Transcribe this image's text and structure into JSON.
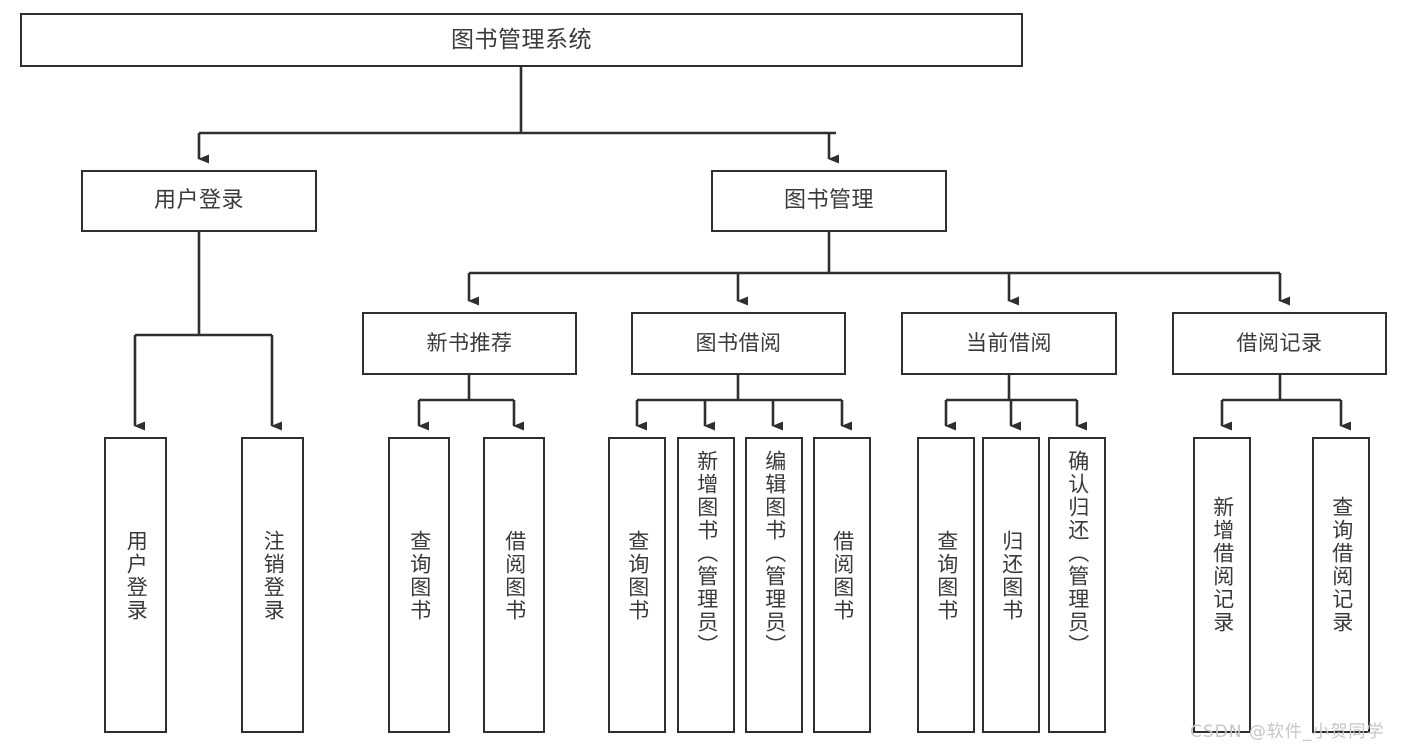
{
  "diagram": {
    "title": "图书管理系统",
    "type": "functional-structure-tree",
    "colors": {
      "border": "#2f2f2f",
      "text": "#3a3a3a",
      "background": "#ffffff",
      "watermark": "#c6c6c6"
    },
    "root": {
      "label": "图书管理系统"
    },
    "level2": [
      {
        "label": "用户登录"
      },
      {
        "label": "图书管理"
      }
    ],
    "level3": [
      {
        "label": "新书推荐"
      },
      {
        "label": "图书借阅"
      },
      {
        "label": "当前借阅"
      },
      {
        "label": "借阅记录"
      }
    ],
    "leaves_user_login": [
      {
        "label": "用户登录"
      },
      {
        "label": "注销登录"
      }
    ],
    "leaves_new_book": [
      {
        "label": "查询图书"
      },
      {
        "label": "借阅图书"
      }
    ],
    "leaves_borrow": [
      {
        "label": "查询图书"
      },
      {
        "label": "新增图书（管理员）"
      },
      {
        "label": "编辑图书（管理员）"
      },
      {
        "label": "借阅图书"
      }
    ],
    "leaves_current": [
      {
        "label": "查询图书"
      },
      {
        "label": "归还图书"
      },
      {
        "label": "确认归还（管理员）"
      }
    ],
    "leaves_records": [
      {
        "label": "新增借阅记录"
      },
      {
        "label": "查询借阅记录"
      }
    ],
    "watermark": "CSDN @软件_小贺同学"
  }
}
